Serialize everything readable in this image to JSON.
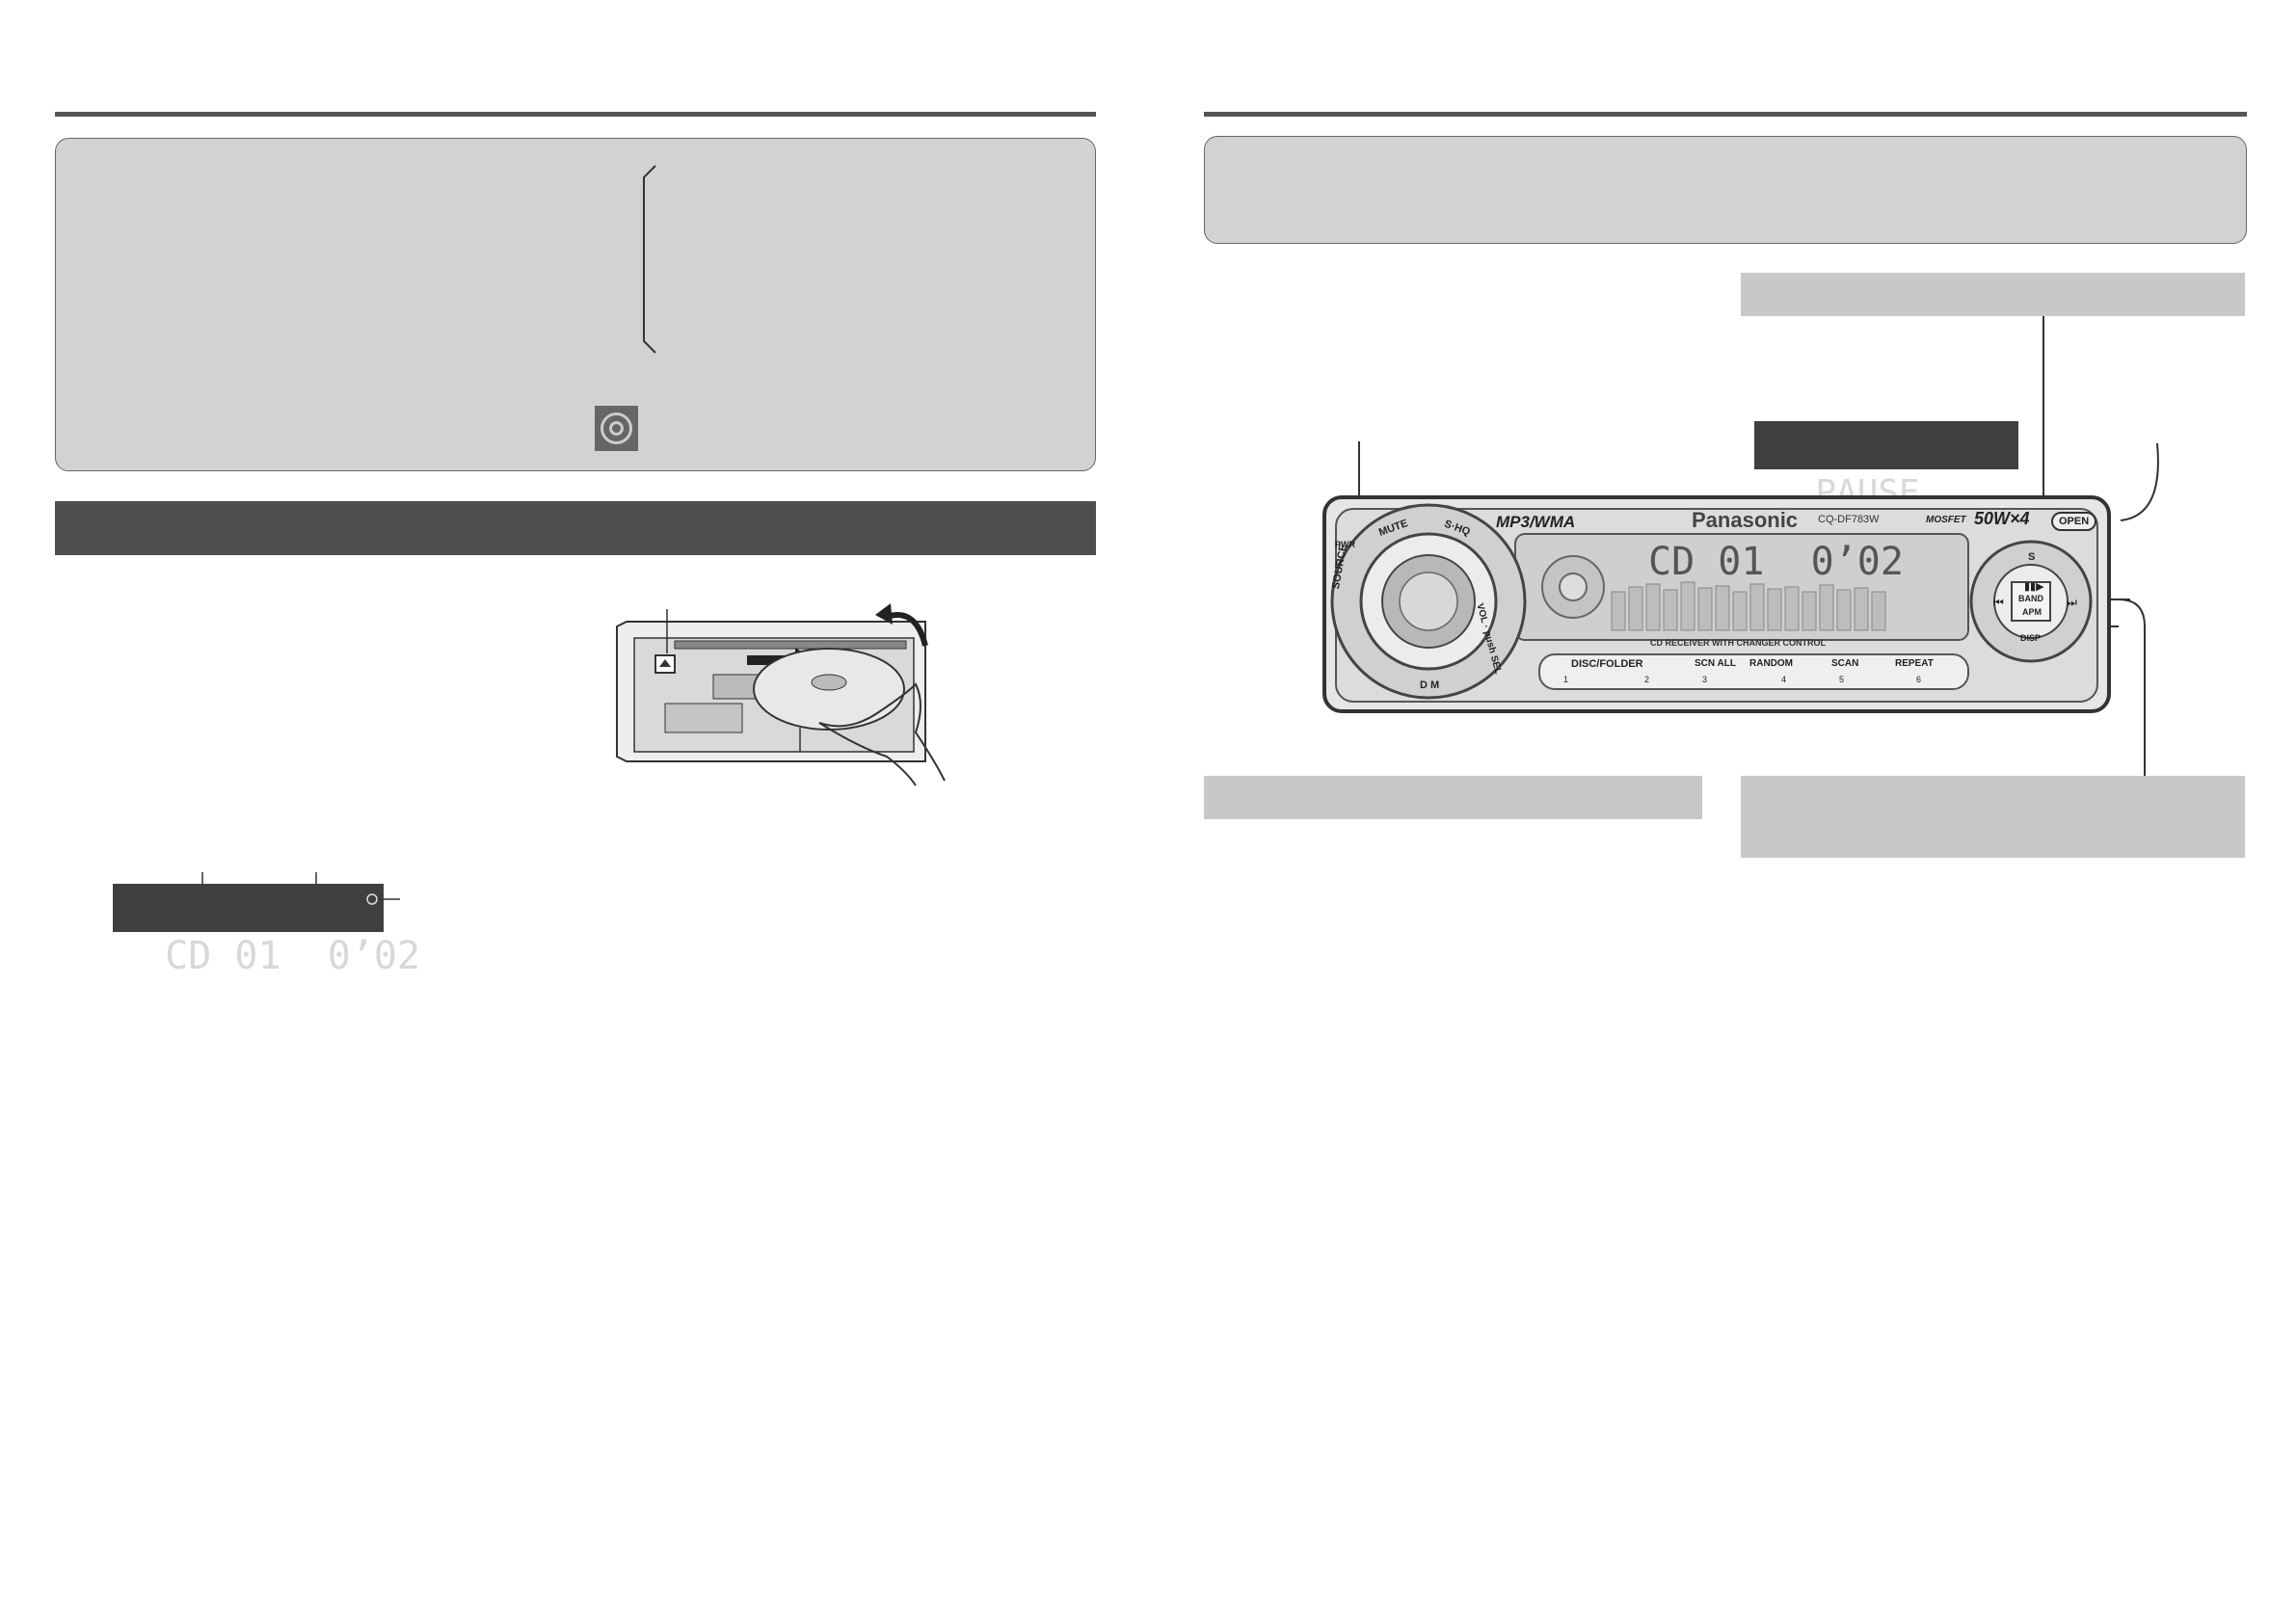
{
  "left_page": {
    "display": {
      "text": "CD 01  0’02",
      "icon": "disc-indicator-icon"
    },
    "cd_indicator_icon": "cd-indicator-icon",
    "eject_icon": "eject-icon"
  },
  "right_page": {
    "pause_display": {
      "text": "PAUSE"
    },
    "head_unit": {
      "brand": "Panasonic",
      "model": "CQ-DF783W",
      "format_logo": "MP3/WMA",
      "power_label": "50W×4",
      "mosfet_label": "MOSFET",
      "display_text": "CD 01  0’02",
      "subtitle": "CD RECEIVER WITH CHANGER CONTROL",
      "buttons": {
        "source": "SOURCE",
        "pwr": "PWR",
        "mute": "MUTE",
        "sq": "S·HQ",
        "vol": "VOL · push SEL",
        "dm": "D M",
        "open": "OPEN",
        "disc_folder": "DISC/FOLDER",
        "scan_all": "SCN ALL",
        "random": "RANDOM",
        "scan": "SCAN",
        "repeat": "REPEAT",
        "band": "BAND",
        "apm": "APM",
        "disp": "DISP",
        "s": "S",
        "num1": "1",
        "num2": "2",
        "num3": "3",
        "num4": "4",
        "num5": "5",
        "num6": "6"
      }
    }
  },
  "colors": {
    "box_gray": "#d2d2d2",
    "bar_gray": "#c8c8c8",
    "dark_bar": "#4e4e4e",
    "lcd_bg": "#3f3f3f",
    "rule": "#555555"
  }
}
